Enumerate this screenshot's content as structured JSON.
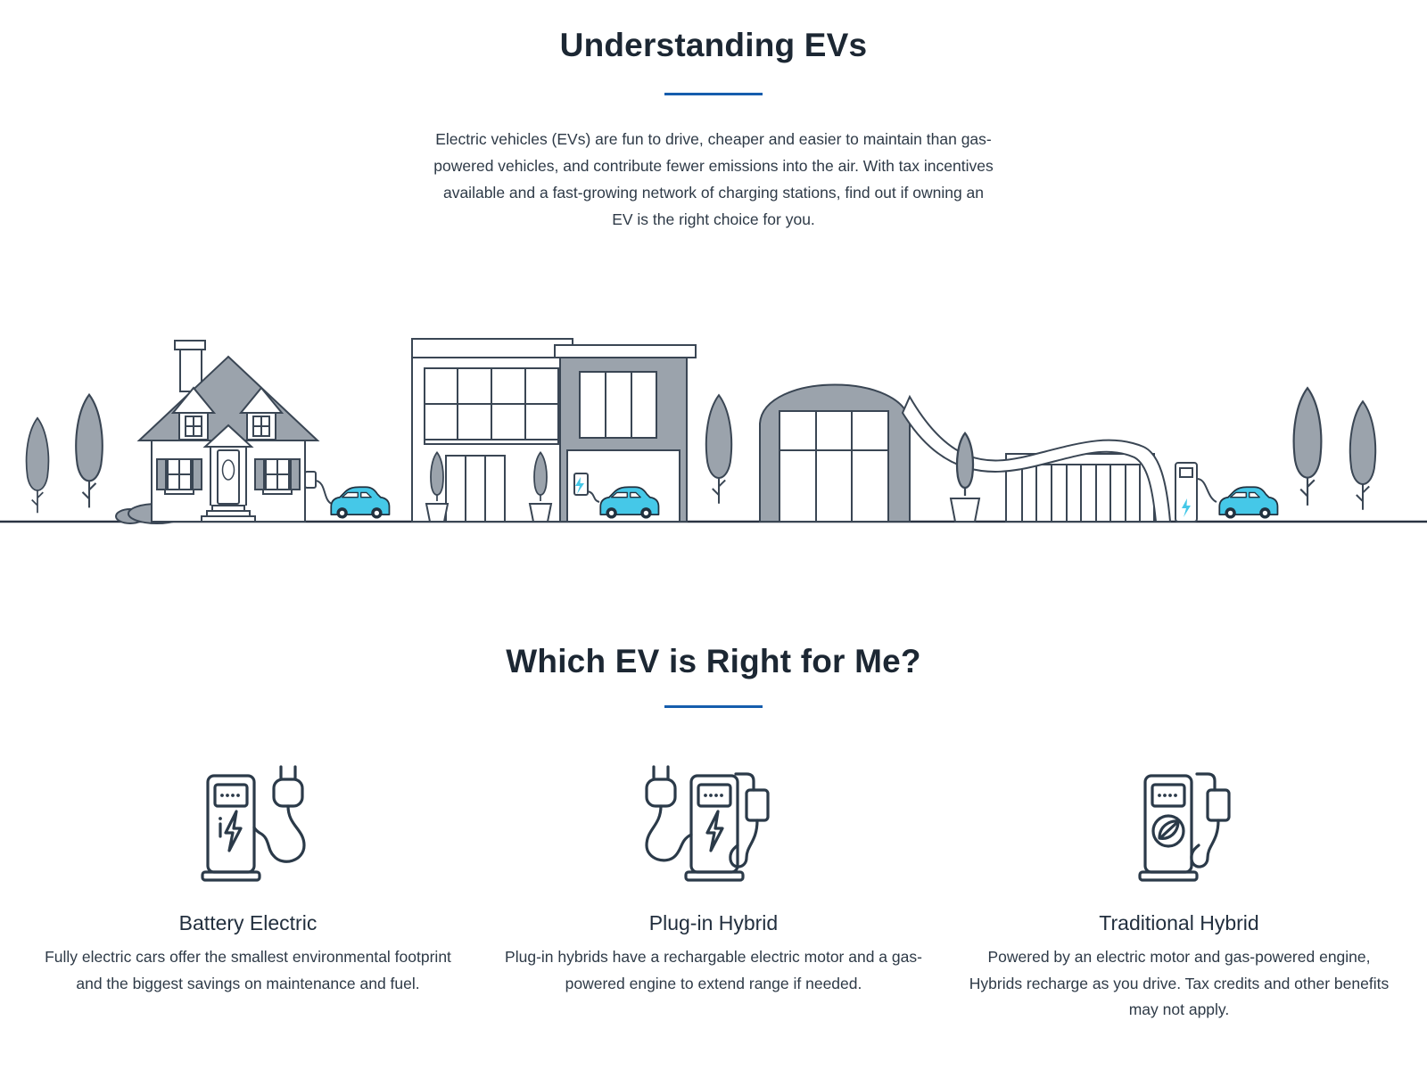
{
  "page": {
    "intro": {
      "title": "Understanding EVs",
      "description": "Electric vehicles (EVs) are fun to drive, cheaper and easier to maintain than gas-powered vehicles, and contribute fewer emissions into the air. With tax incentives available and a fast-growing network of charging stations, find out if owning an EV is the right choice for you."
    },
    "illustration": {
      "name": "neighborhood-ev-charging-scene"
    },
    "ev_section": {
      "title": "Which EV is Right for Me?",
      "cards": [
        {
          "icon": "battery-electric-charger-icon",
          "label": "Battery Electric",
          "description": "Fully electric cars offer the smallest environmental footprint and the biggest savings on maintenance and fuel."
        },
        {
          "icon": "plug-in-hybrid-charger-icon",
          "label": "Plug-in Hybrid",
          "description": "Plug-in hybrids have a rechargable electric motor and a gas-powered engine to extend range if needed."
        },
        {
          "icon": "traditional-hybrid-charger-icon",
          "label": "Traditional Hybrid",
          "description": "Powered by an electric motor and gas-powered engine, Hybrids recharge as you drive. Tax credits and other benefits may not apply."
        }
      ]
    },
    "colors": {
      "accent_blue": "#155dad",
      "car_cyan": "#45c8e8",
      "illustration_gray": "#9ba3ac",
      "text_dark": "#1c2733"
    }
  }
}
